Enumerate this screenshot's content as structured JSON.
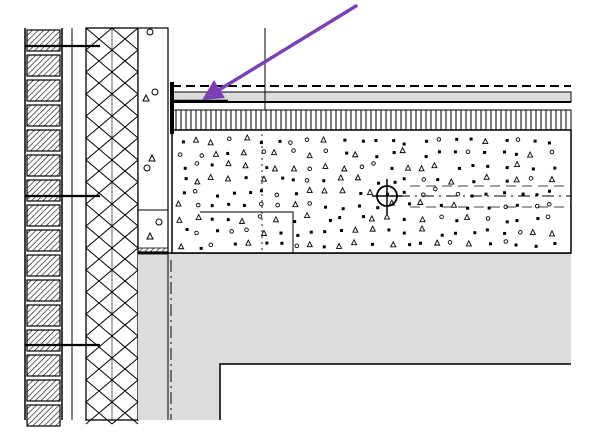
{
  "drawing": {
    "kind": "architectural wall-floor junction detail",
    "colors": {
      "line": "#000000",
      "fill_light": "#dcdcdc",
      "fill_white": "#ffffff",
      "annotation_arrow": "#7b3fb8"
    },
    "materials": [
      "brick-masonry",
      "thermal-insulation",
      "concrete-block",
      "screed-layer",
      "acoustic-insulation",
      "concrete-slab",
      "beam"
    ],
    "annotation": {
      "arrow_target": "membrane-corner"
    }
  }
}
